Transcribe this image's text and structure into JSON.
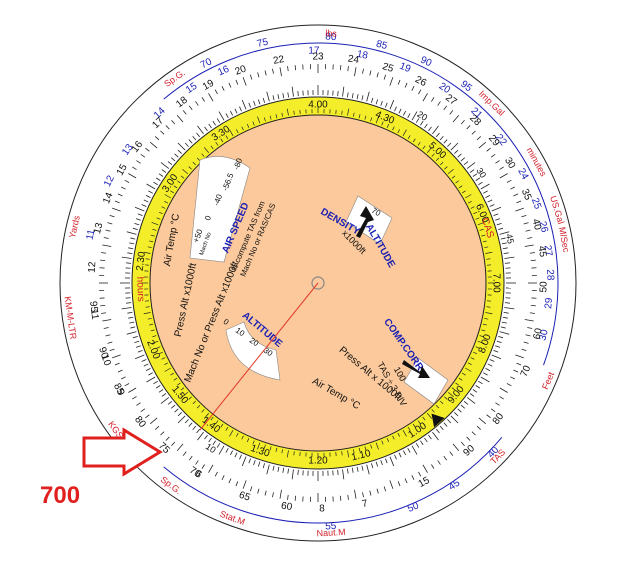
{
  "overlay": {
    "value_label": "700"
  },
  "colors": {
    "outer_disc": "#ffffff",
    "ring_yellow": "#f4ee2a",
    "inner_disc": "#fbc99b",
    "blue": "#1a1fb4",
    "red": "#d2202a",
    "black": "#111111",
    "pointer_red": "#e23a2a",
    "arrow_red": "#e0201e"
  },
  "outer_scale": {
    "top_numbers": [
      {
        "t": "70",
        "a": -27,
        "c": "blue"
      },
      {
        "t": "75",
        "a": -13,
        "c": "blue"
      },
      {
        "t": "80",
        "a": 3,
        "c": "blue"
      },
      {
        "t": "85",
        "a": 15,
        "c": "blue"
      },
      {
        "t": "90",
        "a": 26,
        "c": "blue"
      },
      {
        "t": "95",
        "a": 37,
        "c": "blue"
      },
      {
        "t": "16",
        "a": -24,
        "c": "blue"
      },
      {
        "t": "17",
        "a": -1,
        "c": "blue"
      },
      {
        "t": "18",
        "a": 11,
        "c": "blue"
      },
      {
        "t": "19",
        "a": 22,
        "c": "blue"
      },
      {
        "t": "20",
        "a": 33,
        "c": "blue"
      },
      {
        "t": "21",
        "a": 43,
        "c": "blue"
      },
      {
        "t": "15",
        "a": -33,
        "c": "blue"
      },
      {
        "t": "14",
        "a": -43,
        "c": "blue"
      },
      {
        "t": "13",
        "a": -55,
        "c": "blue"
      },
      {
        "t": "12",
        "a": -64,
        "c": "blue"
      },
      {
        "t": "11",
        "a": -78,
        "c": "blue"
      },
      {
        "t": "22",
        "a": 52,
        "c": "blue"
      },
      {
        "t": "24",
        "a": 62,
        "c": "blue"
      },
      {
        "t": "25",
        "a": 70,
        "c": "blue"
      },
      {
        "t": "26",
        "a": 76,
        "c": "blue"
      },
      {
        "t": "27",
        "a": 82,
        "c": "blue"
      },
      {
        "t": "28",
        "a": 88,
        "c": "blue"
      },
      {
        "t": "29",
        "a": 95,
        "c": "blue"
      },
      {
        "t": "30",
        "a": 103,
        "c": "blue"
      }
    ],
    "mid_numbers": [
      {
        "t": "22",
        "a": -10
      },
      {
        "t": "23",
        "a": 0
      },
      {
        "t": "24",
        "a": 9
      },
      {
        "t": "25",
        "a": 18
      },
      {
        "t": "26",
        "a": 27
      },
      {
        "t": "27",
        "a": 36
      },
      {
        "t": "28",
        "a": 44
      },
      {
        "t": "29",
        "a": 51
      },
      {
        "t": "30",
        "a": 58
      },
      {
        "t": "35",
        "a": 67
      },
      {
        "t": "40",
        "a": 75
      },
      {
        "t": "45",
        "a": 82
      },
      {
        "t": "50",
        "a": 91
      },
      {
        "t": "60",
        "a": 103
      },
      {
        "t": "70",
        "a": 113
      },
      {
        "t": "80",
        "a": 127
      },
      {
        "t": "90",
        "a": 138
      },
      {
        "t": "15",
        "a": 152
      },
      {
        "t": "20",
        "a": -20
      },
      {
        "t": "19",
        "a": -29
      },
      {
        "t": "18",
        "a": -37
      },
      {
        "t": "17",
        "a": -45
      },
      {
        "t": "16",
        "a": -53
      },
      {
        "t": "15",
        "a": -60
      },
      {
        "t": "14",
        "a": -68
      },
      {
        "t": "13",
        "a": -76
      },
      {
        "t": "12",
        "a": -86
      },
      {
        "t": "11",
        "a": -98
      },
      {
        "t": "10",
        "a": -110
      },
      {
        "t": "9",
        "a": -119
      },
      {
        "t": "90",
        "a": -108
      },
      {
        "t": "95",
        "a": -96
      },
      {
        "t": "85",
        "a": -118
      },
      {
        "t": "80",
        "a": -128
      },
      {
        "t": "75",
        "a": -137
      },
      {
        "t": "70",
        "a": -147
      },
      {
        "t": "65",
        "a": -161
      },
      {
        "t": "60",
        "a": -172
      },
      {
        "t": "6",
        "a": -148
      },
      {
        "t": "7",
        "a": 168
      },
      {
        "t": "8",
        "a": 179
      }
    ],
    "bottom_numbers": [
      {
        "t": "55",
        "a": 177
      },
      {
        "t": "50",
        "a": 157
      },
      {
        "t": "45",
        "a": 146
      },
      {
        "t": "40",
        "a": 134
      }
    ],
    "red_labels": [
      {
        "t": "Sp.G.",
        "a": -35
      },
      {
        "t": "lbs",
        "a": 3
      },
      {
        "t": "Imp.Gal",
        "a": 44
      },
      {
        "t": "minutes",
        "a": 61
      },
      {
        "t": "US.Gal",
        "a": 73
      },
      {
        "t": "M/Sec",
        "a": 80
      },
      {
        "t": "Feet",
        "a": 113
      },
      {
        "t": "TAS",
        "a": 134
      },
      {
        "t": "Naut.M",
        "a": 177
      },
      {
        "t": "Stat.M",
        "a": -160
      },
      {
        "t": "Sp.G.",
        "a": -144
      },
      {
        "t": "KGS",
        "a": -126
      },
      {
        "t": "KM-M-LTR",
        "a": -98
      },
      {
        "t": "Yards",
        "a": -77
      }
    ]
  },
  "yellow_ring": {
    "hours_label": "hours",
    "cas_label": "CAS",
    "values": [
      {
        "t": "4.00",
        "a": 0
      },
      {
        "t": "4.30",
        "a": 22
      },
      {
        "t": "5.00",
        "a": 42
      },
      {
        "t": "6.00",
        "a": 67
      },
      {
        "t": "7.00",
        "a": 90
      },
      {
        "t": "8.00",
        "a": 110
      },
      {
        "t": "9.00",
        "a": 129
      },
      {
        "t": "1.00",
        "a": 146
      },
      {
        "t": "1.10",
        "a": 166
      },
      {
        "t": "1.20",
        "a": 180
      },
      {
        "t": "1.30",
        "a": -161
      },
      {
        "t": "1.40",
        "a": -143
      },
      {
        "t": "1.50",
        "a": -129
      },
      {
        "t": "2.00",
        "a": -112
      },
      {
        "t": "2.30",
        "a": -83
      },
      {
        "t": "3.00",
        "a": -56
      },
      {
        "t": "3.30",
        "a": -33
      }
    ],
    "num_labels": [
      {
        "t": "10",
        "a": -147
      },
      {
        "t": "20",
        "a": 32
      },
      {
        "t": "30",
        "a": 56
      },
      {
        "t": "45",
        "a": 77
      }
    ]
  },
  "inner_disc": {
    "air_speed_title": "AIR SPEED",
    "air_speed_sub1": "to compute TAS from",
    "air_speed_sub2": "Mach No or RAS/CAS",
    "air_temp_label": "Air Temp °C",
    "press_alt_label": "Press Alt x1000ft",
    "mach_press_label": "Mach No or Press Alt x1000ft",
    "air_temp_bottom": "Air Temp °C",
    "press_alt_bottom": "Press Alt x 1000ft",
    "density_label": "DENSITY",
    "altitude_label": "ALTITUDE",
    "x1000ft": "x1000ft",
    "altitude_lower": "ALTITUDE",
    "comp_corr": "COMP.CORR.",
    "tas3div": "TAS ÷ 3 DIV",
    "tas100": "100",
    "window_70": "70",
    "temp_scale": [
      "+50",
      "0",
      "-40",
      "-56.5",
      "-80"
    ],
    "mach_scale": "Mach No",
    "alt_window_ticks": [
      "30",
      "20",
      "10",
      "0"
    ]
  }
}
